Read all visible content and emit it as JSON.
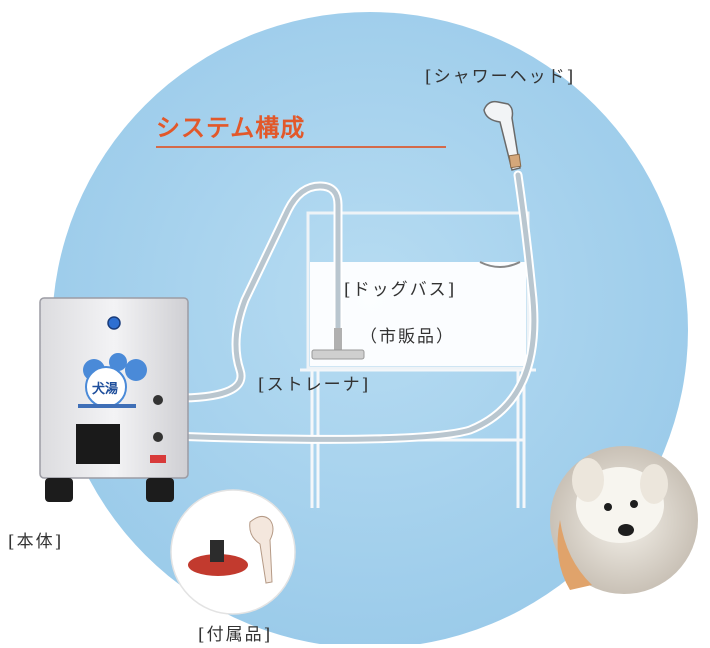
{
  "title": "システム構成",
  "labels": {
    "shower_head": "[シャワーヘッド]",
    "dog_bath": "[ドッグバス]",
    "commercial": "（市販品）",
    "strainer": "[ストレーナ]",
    "main_unit": "[本体]",
    "accessories": "[付属品]"
  },
  "logo_text": "犬湯",
  "colors": {
    "background_circle": "#a9d3ee",
    "accent": "#e2582a",
    "hose": "#b9c6cf",
    "unit_body": "#e9e9ec"
  }
}
